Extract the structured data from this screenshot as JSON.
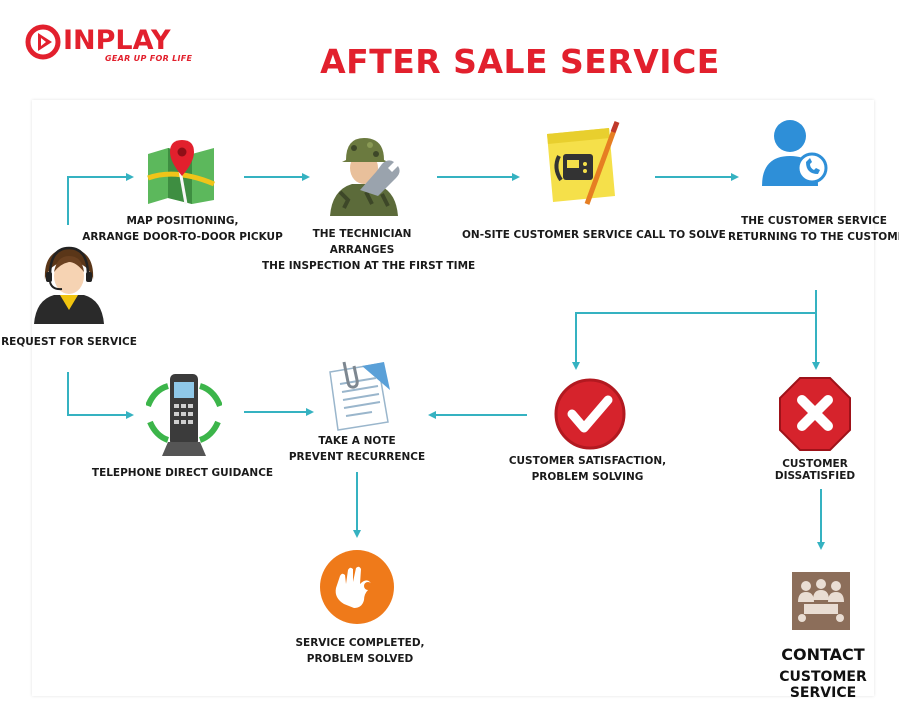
{
  "brand": {
    "name": "INPLAY",
    "tagline": "GEAR UP FOR LIFE",
    "color": "#e2202d"
  },
  "title": "AFTER SALE SERVICE",
  "colors": {
    "arrow": "#35b2c1",
    "title": "#e2202d",
    "text": "#1a1a1a"
  },
  "nodes": {
    "request": {
      "icon": "call-center-operator-icon",
      "lines": [
        "REQUEST FOR SERVICE"
      ]
    },
    "map": {
      "icon": "map-pin-icon",
      "lines": [
        "MAP POSITIONING,",
        "ARRANGE DOOR-TO-DOOR PICKUP"
      ]
    },
    "technician": {
      "icon": "technician-wrench-icon",
      "lines": [
        "THE TECHNICIAN",
        "ARRANGES",
        "THE INSPECTION AT THE FIRST TIME"
      ]
    },
    "onsite": {
      "icon": "sticky-note-phone-icon",
      "lines": [
        "ON-SITE CUSTOMER SERVICE CALL TO SOLVE"
      ]
    },
    "returning": {
      "icon": "customer-service-user-icon",
      "lines": [
        "THE CUSTOMER SERVICE",
        "RETURNING TO THE CUSTOMER"
      ]
    },
    "phone": {
      "icon": "telephone-icon",
      "lines": [
        "TELEPHONE DIRECT GUIDANCE"
      ]
    },
    "note": {
      "icon": "note-paperclip-icon",
      "lines": [
        "TAKE A NOTE",
        "PREVENT RECURRENCE"
      ]
    },
    "satisfaction": {
      "icon": "checkmark-icon",
      "lines": [
        "CUSTOMER SATISFACTION,",
        "PROBLEM SOLVING"
      ]
    },
    "dissatisfied": {
      "icon": "cross-icon",
      "lines": [
        "CUSTOMER",
        "DISSATISFIED"
      ]
    },
    "completed": {
      "icon": "ok-hand-icon",
      "lines": [
        "SERVICE COMPLETED,",
        "PROBLEM SOLVED"
      ]
    },
    "contact": {
      "icon": "meeting-icon",
      "line1": "CONTACT",
      "line2": "CUSTOMER SERVICE"
    }
  }
}
